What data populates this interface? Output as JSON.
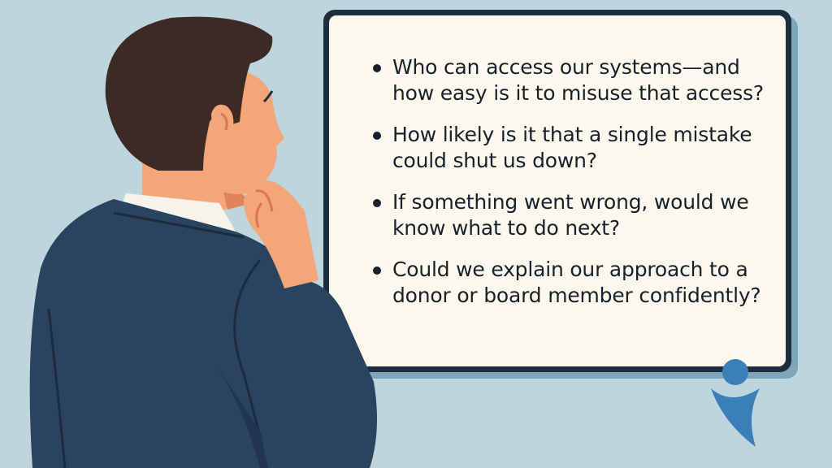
{
  "board": {
    "questions": [
      {
        "text": "Who can access our systems—and how easy is it to misuse that access?"
      },
      {
        "text": "How likely is it that a single mistake could shut us down?"
      },
      {
        "text": "If something went wrong, would we know what to do next?"
      },
      {
        "text": "Could we explain our approach to a donor or board member confidently?"
      }
    ]
  },
  "colors": {
    "background": "#bdd5dc",
    "board_frame": "#1e2d3b",
    "board_surface": "#fdf8ee",
    "suit": "#2a4460",
    "hair": "#3e2a24",
    "skin": "#f3a67a",
    "logo_blue": "#3a7fb7"
  },
  "icons": {
    "person": "thinking-man-illustration",
    "logo": "person-figure-logo-icon"
  }
}
